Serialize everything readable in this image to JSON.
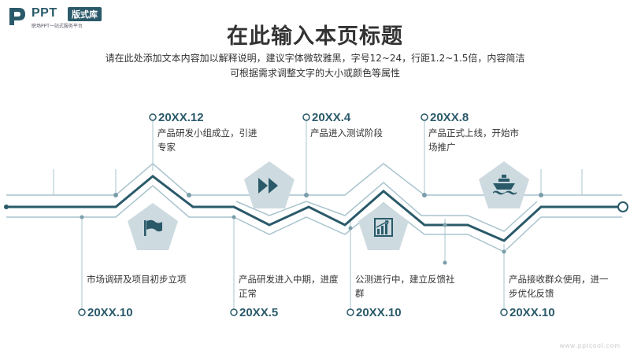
{
  "brand": {
    "name": "PPT",
    "badge": "版式库",
    "tagline": "职场PPT一站式服务平台"
  },
  "title": "在此输入本页标题",
  "subtitle": [
    "请在此处添加文本内容加以解释说明，建议字体微软雅黑，字号12~24，行距1.2~1.5倍，内容简洁",
    "可根据需求调整文字的大小或颜色等属性"
  ],
  "milestones_top": [
    {
      "date": "20XX.12",
      "text": "产品研发小组成立，引进专家"
    },
    {
      "date": "20XX.4",
      "text": "产品进入测试阶段"
    },
    {
      "date": "20XX.8",
      "text": "产品正式上线，开始市场推广"
    }
  ],
  "milestones_bottom": [
    {
      "date": "20XX.10",
      "text": "市场调研及项目初步立项"
    },
    {
      "date": "20XX.5",
      "text": "产品研发进入中期，进度正常"
    },
    {
      "date": "20XX.10",
      "text": "公测进行中，建立反馈社群"
    },
    {
      "date": "20XX.10",
      "text": "产品接收群众使用，进一步优化反馈"
    }
  ],
  "icons": [
    "flag-icon",
    "fast-forward-icon",
    "chart-icon",
    "ship-icon"
  ],
  "colors": {
    "dark": "#2a5a6a",
    "light": "#a9c4cd",
    "fill": "#cddbe0"
  },
  "watermark": "www.pptcool.com"
}
